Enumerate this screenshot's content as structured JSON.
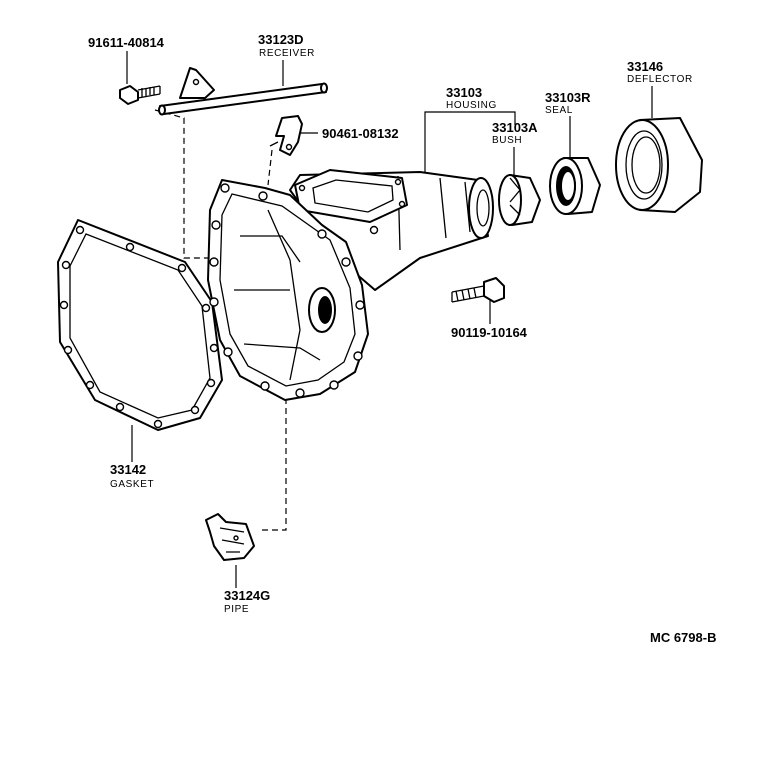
{
  "diagram_ref": "MC 6798-B",
  "parts": {
    "bolt_top": {
      "number": "91611-40814"
    },
    "receiver": {
      "number": "33123D",
      "name": "RECEIVER"
    },
    "clamp_bolt": {
      "number": "90461-08132"
    },
    "housing": {
      "number": "33103",
      "name": "HOUSING"
    },
    "seal": {
      "number": "33103R",
      "name": "SEAL"
    },
    "deflector": {
      "number": "33146",
      "name": "DEFLECTOR"
    },
    "bush": {
      "number": "33103A",
      "name": "BUSH"
    },
    "bolt_side": {
      "number": "90119-10164"
    },
    "gasket": {
      "number": "33142",
      "name": "GASKET"
    },
    "pipe": {
      "number": "33124G",
      "name": "PIPE"
    }
  }
}
